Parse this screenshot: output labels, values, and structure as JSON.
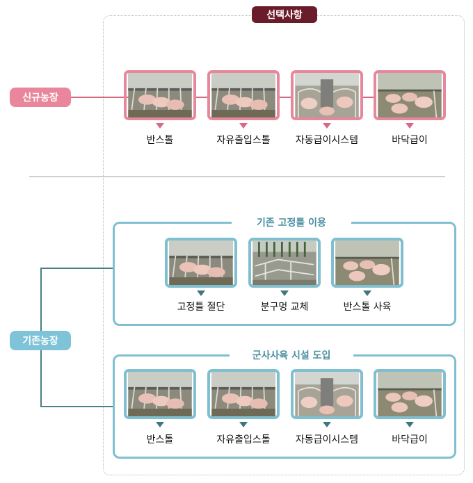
{
  "header": {
    "title": "선택사항"
  },
  "new_farm": {
    "label": "신규농장",
    "items": [
      {
        "caption": "반스톨",
        "icon": "pig-stall-photo"
      },
      {
        "caption": "자유출입스톨",
        "icon": "pig-stall-photo"
      },
      {
        "caption": "자동급이시스템",
        "icon": "pig-feeder-photo"
      },
      {
        "caption": "바닥급이",
        "icon": "pig-floor-photo"
      }
    ]
  },
  "existing_farm": {
    "label": "기존농장",
    "group1": {
      "title": "기존 고정틀 이용",
      "items": [
        {
          "caption": "고정틀 절단",
          "icon": "pig-stall-photo"
        },
        {
          "caption": "분구멍 교체",
          "icon": "pig-pen-photo"
        },
        {
          "caption": "반스톨 사육",
          "icon": "pig-floor-photo"
        }
      ]
    },
    "group2": {
      "title": "군사사육 시설 도입",
      "items": [
        {
          "caption": "반스톨",
          "icon": "pig-stall-photo"
        },
        {
          "caption": "자유출입스톨",
          "icon": "pig-stall-photo"
        },
        {
          "caption": "자동급이시스템",
          "icon": "pig-feeder-photo"
        },
        {
          "caption": "바닥급이",
          "icon": "pig-floor-photo"
        }
      ]
    }
  },
  "colors": {
    "pink": "#e9869c",
    "blue": "#7fc3d8",
    "header": "#6b1c2b"
  }
}
